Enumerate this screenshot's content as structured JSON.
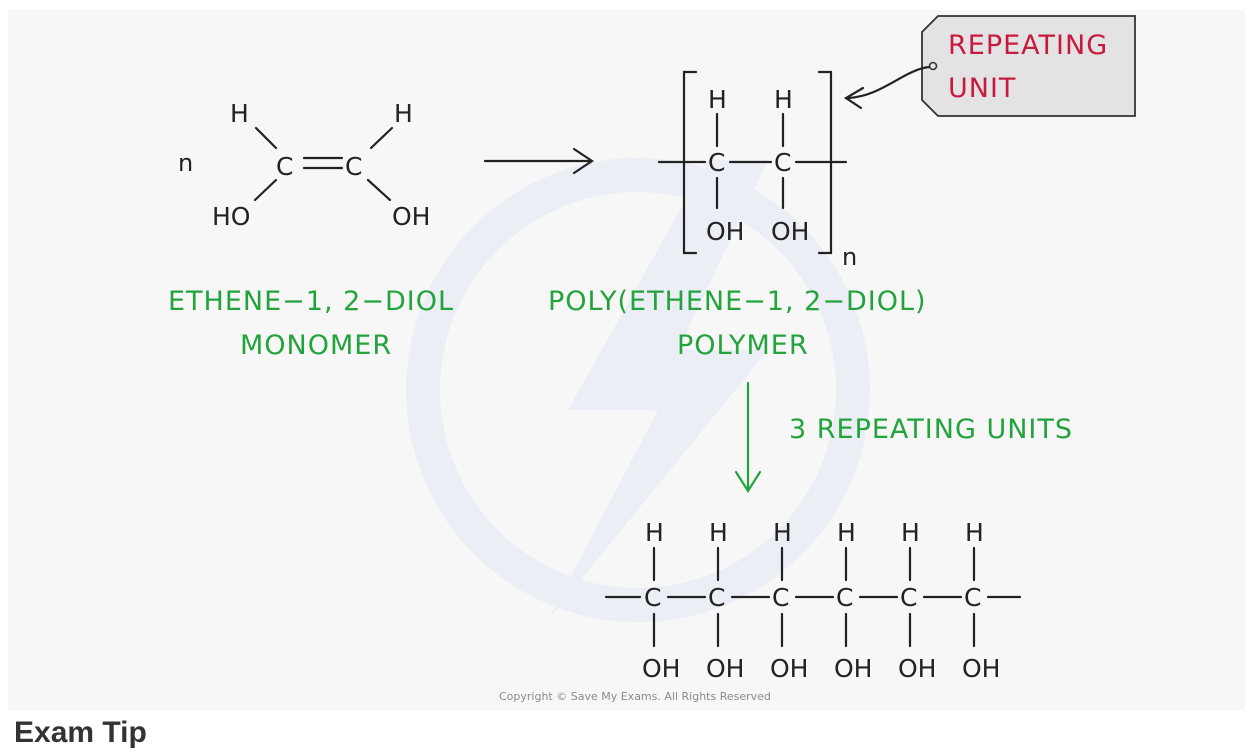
{
  "atoms": {
    "h": "H",
    "c": "C",
    "oh": "OH",
    "ho": "HO",
    "n": "n"
  },
  "monomer": {
    "name": "ETHENE−1, 2−DIOL",
    "role": "MONOMER"
  },
  "polymer": {
    "name": "POLY(ETHENE−1, 2−DIOL)",
    "role": "POLYMER"
  },
  "repeating_unit_tag": {
    "line1": "REPEATING",
    "line2": "UNIT"
  },
  "three_units_label": "3  REPEATING  UNITS",
  "copyright": "Copyright © Save My Exams. All Rights Reserved",
  "exam_tip_heading": "Exam Tip",
  "colors": {
    "label_green": "#22a33c",
    "tag_red": "#c8193f",
    "tag_fill": "#e3e3e3"
  }
}
